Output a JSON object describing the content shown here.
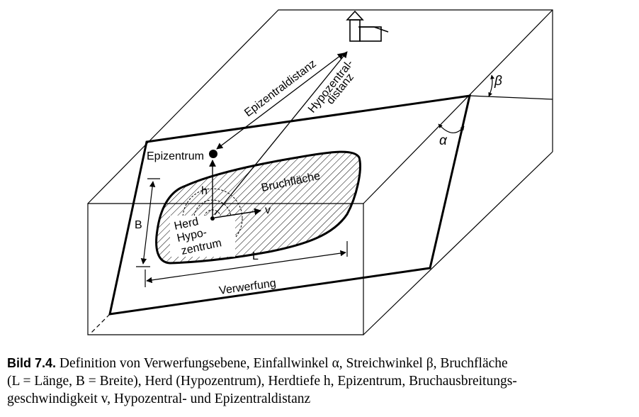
{
  "labels": {
    "epizentraldistanz": "Epizentraldistanz",
    "hypozentral_1": "Hypozentral-",
    "hypozentral_2": "distanz",
    "beta": "β",
    "alpha": "α",
    "epizentrum": "Epizentrum",
    "bruchflaeche": "Bruchfläche",
    "h": "h",
    "v": "v",
    "b": "B",
    "herd": "Herd",
    "hypo": "Hypo-",
    "zentrum": "zentrum",
    "l": "L",
    "verwerfung": "Verwerfung"
  },
  "caption": {
    "label": "Bild 7.4.",
    "line1": " Definition von Verwerfungsebene, Einfallwinkel α, Streichwinkel β, Bruchfläche",
    "line2": "(L = Länge, B = Breite), Herd (Hypozentrum), Herdtiefe h, Epizentrum, Bruchausbreitungs-",
    "line3": "geschwindigkeit v, Hypozentral- und Epizentraldistanz"
  }
}
